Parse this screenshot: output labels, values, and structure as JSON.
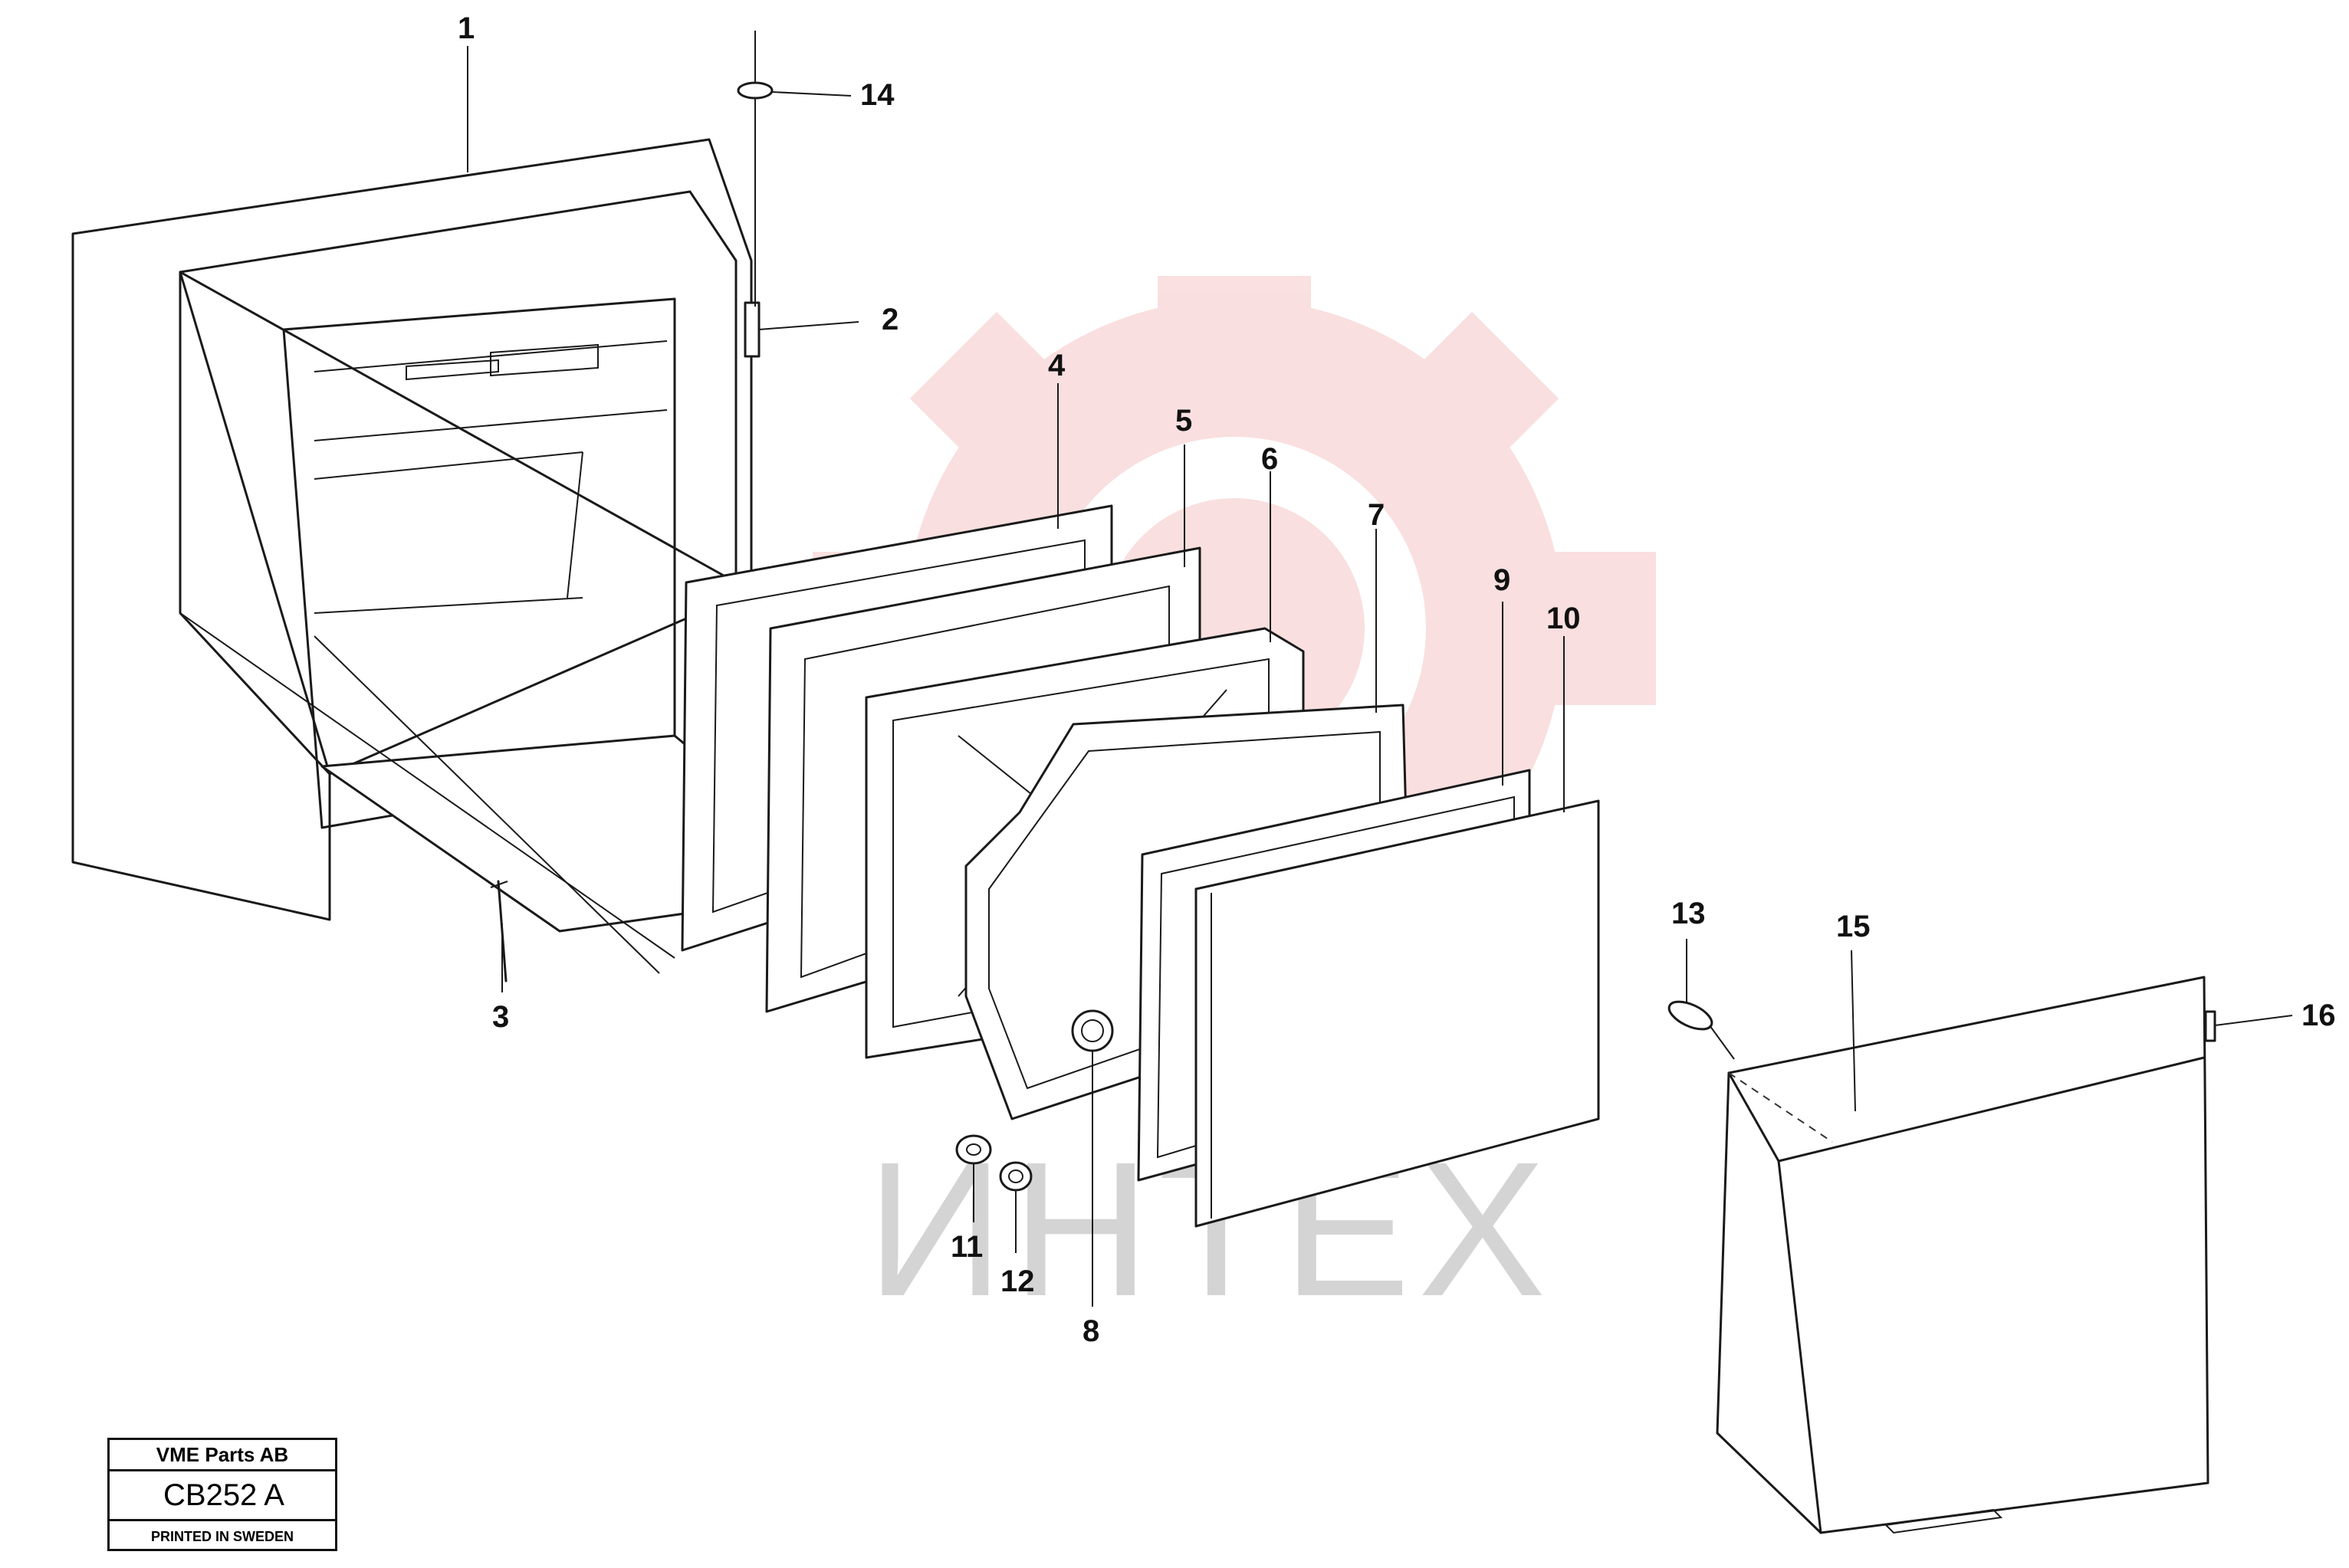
{
  "watermark": {
    "text": "ИНТЕХ",
    "gear_color": "#f5c6c6",
    "text_color": "#d4d4d4"
  },
  "callouts": [
    "1",
    "2",
    "3",
    "4",
    "5",
    "6",
    "7",
    "8",
    "9",
    "10",
    "11",
    "12",
    "13",
    "14",
    "15",
    "16"
  ],
  "title_block": {
    "company": "VME Parts AB",
    "code": "CB252 A",
    "note": "PRINTED IN SWEDEN"
  }
}
